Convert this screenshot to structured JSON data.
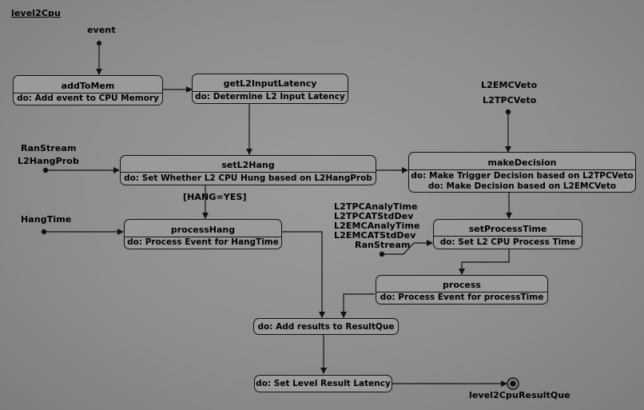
{
  "diagram_title": "level2Cpu",
  "inputs": {
    "event": "event",
    "l2emc_veto": "L2EMCVeto",
    "l2tpc_veto": "L2TPCVeto",
    "ran_stream": "RanStream",
    "l2_hang_prob": "L2HangProb",
    "hang_time": "HangTime",
    "l2tpc_analy_time": "L2TPCAnalyTime",
    "l2tpcat_std_dev": "L2TPCATStdDev",
    "l2emc_analy_time": "L2EMCAnalyTime",
    "l2emcat_std_dev": "L2EMCATStdDev",
    "ran_stream2": "RanStream"
  },
  "guard": "[HANG=YES]",
  "output": "level2CpuResultQue",
  "states": {
    "add_to_mem": {
      "name": "addToMem",
      "activity": "do: Add event to CPU Memory"
    },
    "get_l2_input_latency": {
      "name": "getL2InputLatency",
      "activity": "do: Determine L2 Input Latency"
    },
    "set_l2_hang": {
      "name": "setL2Hang",
      "activity": "do: Set Whether L2 CPU Hung based on L2HangProb"
    },
    "make_decision": {
      "name": "makeDecision",
      "activity": "do: Make Trigger Decision based on L2TPCVeto",
      "activity2": "do: Make Decision based on L2EMCVeto"
    },
    "process_hang": {
      "name": "processHang",
      "activity": "do: Process Event for HangTime"
    },
    "set_process_time": {
      "name": "setProcessTime",
      "activity": "do: Set L2 CPU Process Time"
    },
    "process": {
      "name": "process",
      "activity": "do: Process Event for processTime"
    },
    "add_results": {
      "activity": "do: Add results to ResultQue"
    },
    "set_level_result": {
      "activity": "do: Set Level Result Latency"
    }
  }
}
